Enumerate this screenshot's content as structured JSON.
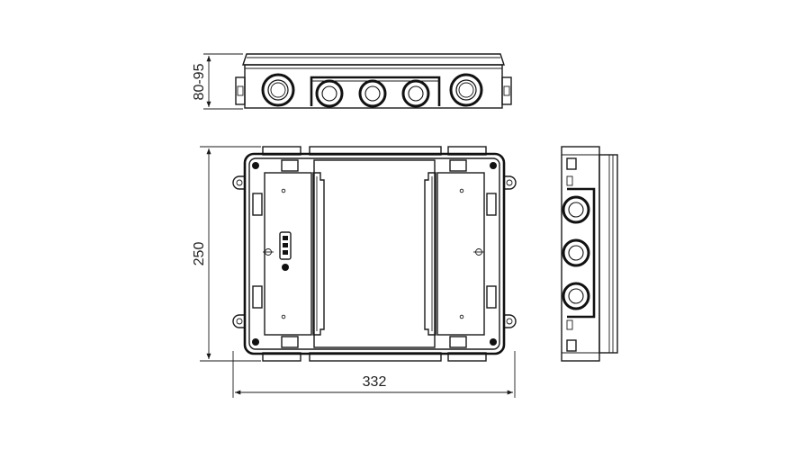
{
  "drawing": {
    "dimensions": {
      "depth": "80-95",
      "height": "250",
      "width": "332"
    },
    "colors": {
      "line": "#1a1a1a",
      "background": "#ffffff"
    }
  }
}
